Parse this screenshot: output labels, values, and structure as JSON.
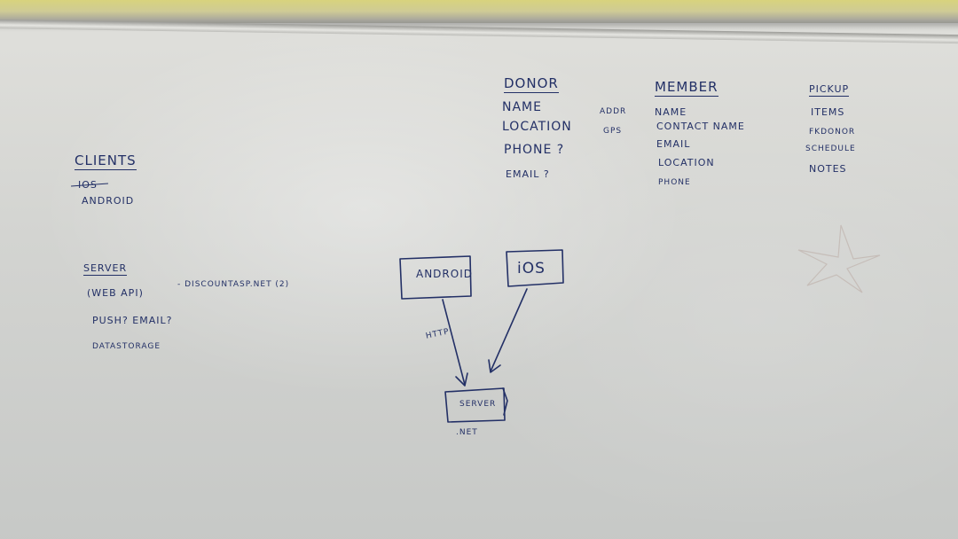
{
  "clients": {
    "heading": "CLIENTS",
    "items": [
      "IOS",
      "ANDROID"
    ]
  },
  "server": {
    "heading": "SERVER",
    "lines": [
      "(WEB API)",
      "- DISCOUNTASP.NET (2)",
      "PUSH? EMAIL?",
      "DATASTORAGE"
    ]
  },
  "donor": {
    "heading": "DONOR",
    "fields": [
      "NAME",
      "LOCATION",
      "PHONE ?",
      "EMAIL ?"
    ],
    "location_notes": [
      "ADDR",
      "GPS"
    ]
  },
  "member": {
    "heading": "MEMBER",
    "fields": [
      "NAME",
      "CONTACT NAME",
      "EMAIL",
      "LOCATION",
      "PHONE"
    ]
  },
  "pickup": {
    "heading": "PICKUP",
    "fields": [
      "ITEMS",
      "FKDONOR",
      "SCHEDULE",
      "NOTES"
    ]
  },
  "diagram": {
    "android_box": "ANDROID",
    "ios_box": "iOS",
    "server_box": "SERVER",
    "http_label": "HTTP",
    "net_label": ".NET"
  },
  "colors": {
    "ink": "#233066",
    "board": "#d3d4d1"
  }
}
